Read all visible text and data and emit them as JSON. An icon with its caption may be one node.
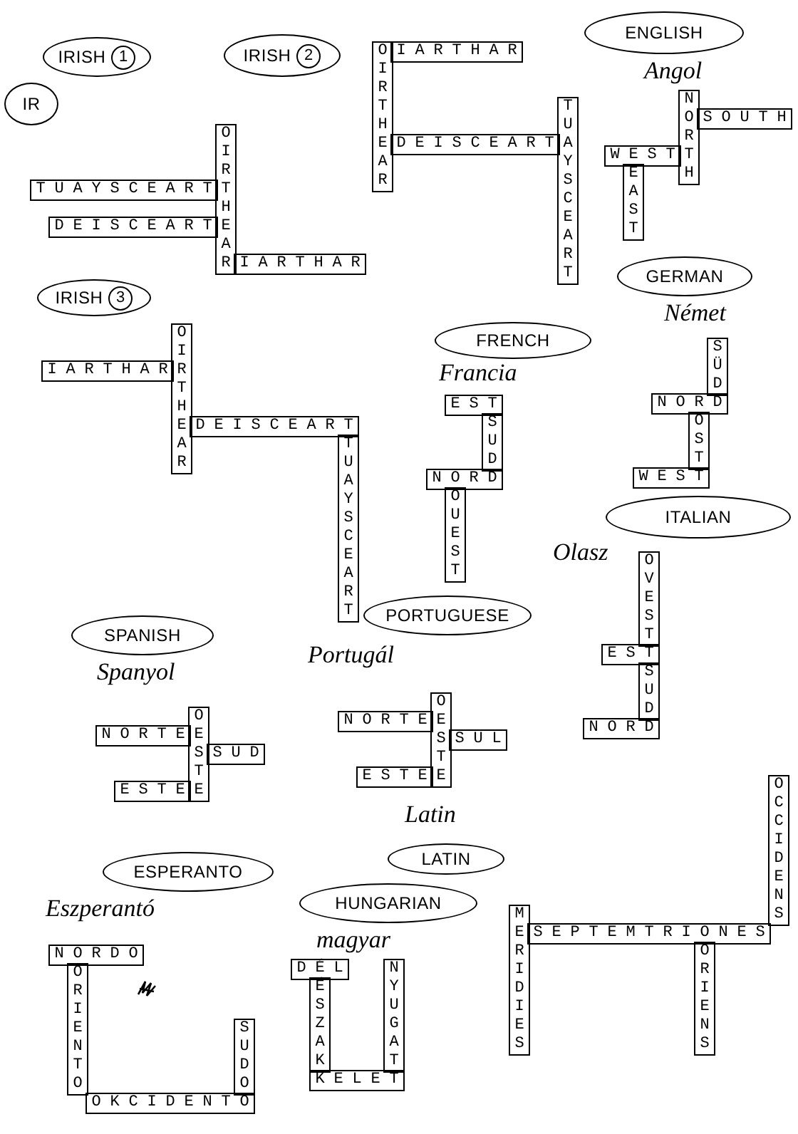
{
  "diagram": {
    "nodes": [
      {
        "text": [
          "IRISH",
          "1"
        ]
      },
      {
        "text": [
          "IR"
        ]
      },
      {
        "text": [
          "IRISH",
          "2"
        ]
      },
      {
        "text": [
          "ENGLISH"
        ],
        "beside": [
          "Angol"
        ]
      },
      {
        "text": [
          "TUAYSCEART",
          "OIRTHEAR",
          "DEISCEART",
          "IARTHAR"
        ]
      },
      {
        "text": [
          "OIRTHEAR",
          "IARTHAR",
          "DEISCEART",
          "TUAYSCEART"
        ]
      },
      {
        "text": [
          "NORTH",
          "SOUTH",
          "WEST",
          "EAST"
        ]
      },
      {
        "text": [
          "IRISH",
          "3"
        ]
      },
      {
        "text": [
          "GERMAN"
        ],
        "beside": [
          "Német"
        ]
      },
      {
        "text": [
          "FRENCH"
        ],
        "beside": [
          "Francia"
        ]
      },
      {
        "text": [
          "IARTHAR",
          "OIRTHEAR",
          "DEISCEART",
          "TUAYSCEART"
        ]
      },
      {
        "text": [
          "SÜD",
          "NORD",
          "OST",
          "WEST"
        ]
      },
      {
        "text": [
          "EST",
          "SUD",
          "NORD",
          "OUEST"
        ]
      },
      {
        "text": [
          "ITALIAN"
        ],
        "beside": [
          "Olasz"
        ]
      },
      {
        "text": [
          "OVEST",
          "EST",
          "SUD",
          "NORD"
        ]
      },
      {
        "text": [
          "SPANISH"
        ],
        "beside": [
          "Spanyol"
        ]
      },
      {
        "text": [
          "PORTUGUESE"
        ],
        "beside": [
          "Portugál"
        ]
      },
      {
        "text": [
          "OESTE",
          "NORTE",
          "SUD",
          "ESTE"
        ]
      },
      {
        "text": [
          "OESTE",
          "NORTE",
          "SUL",
          "ESTE"
        ]
      },
      {
        "text": [
          "LATIN"
        ],
        "beside": [
          "Latin"
        ]
      },
      {
        "text": [
          "ESPERANTO"
        ],
        "beside": [
          "Eszperantó"
        ]
      },
      {
        "text": [
          "HUNGARIAN"
        ],
        "beside": [
          "magyar"
        ]
      },
      {
        "text": [
          "NORDO",
          "ORIENTO",
          "SUDO",
          "OKCIDENTO"
        ]
      },
      {
        "text": [
          "DÉL",
          "NYUGAT",
          "ÉSZAK",
          "KELET"
        ]
      },
      {
        "text": [
          "SEPTEMTRIONES",
          "MERIDIES",
          "ORIENS",
          "OCCIDENS"
        ]
      }
    ]
  }
}
